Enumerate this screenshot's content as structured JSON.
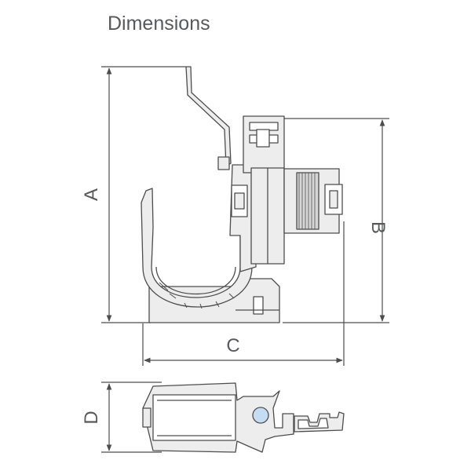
{
  "title": "Dimensions",
  "dimensions": {
    "a": "A",
    "b": "B",
    "c": "C",
    "d": "D"
  },
  "colors": {
    "line": "#4d4d4f",
    "fill": "#ededed",
    "dark_fill": "#d6d6d6",
    "accent": "#c5dcf2",
    "text": "#58595b"
  }
}
